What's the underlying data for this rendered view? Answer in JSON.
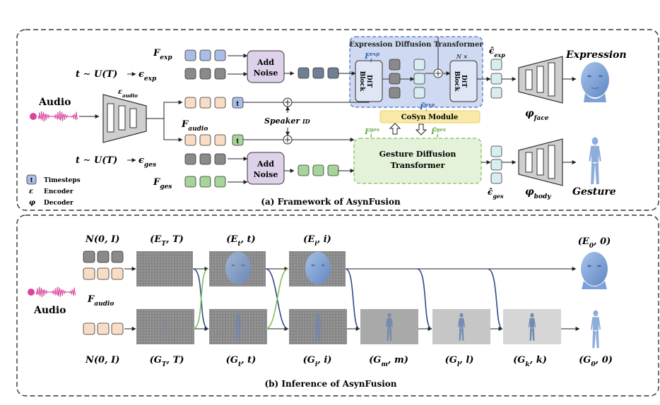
{
  "colors": {
    "exp_token": "#a9bde6",
    "noise_token": "#8a8a8a",
    "audio_token": "#f8dcc4",
    "ges_token": "#a6d49a",
    "eps_token": "#d7eef0",
    "exp_panel": "#cfdaf2",
    "ges_panel": "#e3f2d9",
    "cosyn": "#f9e9a6",
    "add_noise": "#ddd2ea",
    "pink_wave": "#d9459c",
    "blue_curve": "#2e4a86",
    "green_curve": "#7fbf5a"
  },
  "panel_a": {
    "caption": "(a) Framework of AsynFusion",
    "audio_label": "Audio",
    "encoder_label": "ε",
    "encoder_sub": "audio",
    "f_exp": "F",
    "f_exp_sub": "exp",
    "t_eq_exp": "t ∼ U(T)",
    "eps_exp": "ϵ",
    "eps_exp_sub": "exp",
    "add_noise_top": "Add\nNoise",
    "add_noise_bottom": "Add\nNoise",
    "f_audio": "F",
    "f_audio_sub": "audio",
    "t_token": "t",
    "speaker_id": "Speaker ID",
    "t_eq_ges": "t ∼ U(T)",
    "eps_ges": "ϵ",
    "eps_ges_sub": "ges",
    "f_ges": "F",
    "f_ges_sub": "ges",
    "expression_dit_title": "Expression Diffusion Transformer",
    "dit_block": "DiT\nBlock",
    "n_times": "N ×",
    "fi_exp": "F",
    "fi_exp_sub": "i",
    "fi_exp_sup": "exp",
    "fi_exp_hat": "F",
    "cosyn_label": "CoSyn Module",
    "fi_ges": "F",
    "fi_ges_sup": "ges",
    "gesture_dit_title": "Gesture Diffusion\nTransformer",
    "eps_hat_exp": "ϵ̂",
    "eps_hat_exp_sub": "exp",
    "eps_hat_ges": "ϵ̂",
    "eps_hat_ges_sub": "ges",
    "phi_face": "φ",
    "phi_face_sub": "face",
    "phi_body": "φ",
    "phi_body_sub": "body",
    "expression_label": "Expression",
    "gesture_label": "Gesture",
    "legend": [
      {
        "symbol": "t",
        "text": "Timesteps"
      },
      {
        "symbol": "ε",
        "text": "Encoder"
      },
      {
        "symbol": "φ",
        "text": "Decoder"
      }
    ]
  },
  "panel_b": {
    "caption": "(b) Inference of AsynFusion",
    "noise_top": "N(0, I)",
    "noise_bottom": "N(0, I)",
    "f_audio": "F",
    "f_audio_sub": "audio",
    "audio_label": "Audio",
    "top_labels": [
      "(E",
      "(E",
      "(E",
      "(E"
    ],
    "top_label_texts": [
      "(E_T, T)",
      "(E_t, t)",
      "(E_i, i)",
      "(E_0, 0)"
    ],
    "bottom_label_texts": [
      "(G_T, T)",
      "(G_t, t)",
      "(G_i, i)",
      "(G_m, m)",
      "(G_l, l)",
      "(G_k, k)",
      "(G_0, 0)"
    ]
  }
}
